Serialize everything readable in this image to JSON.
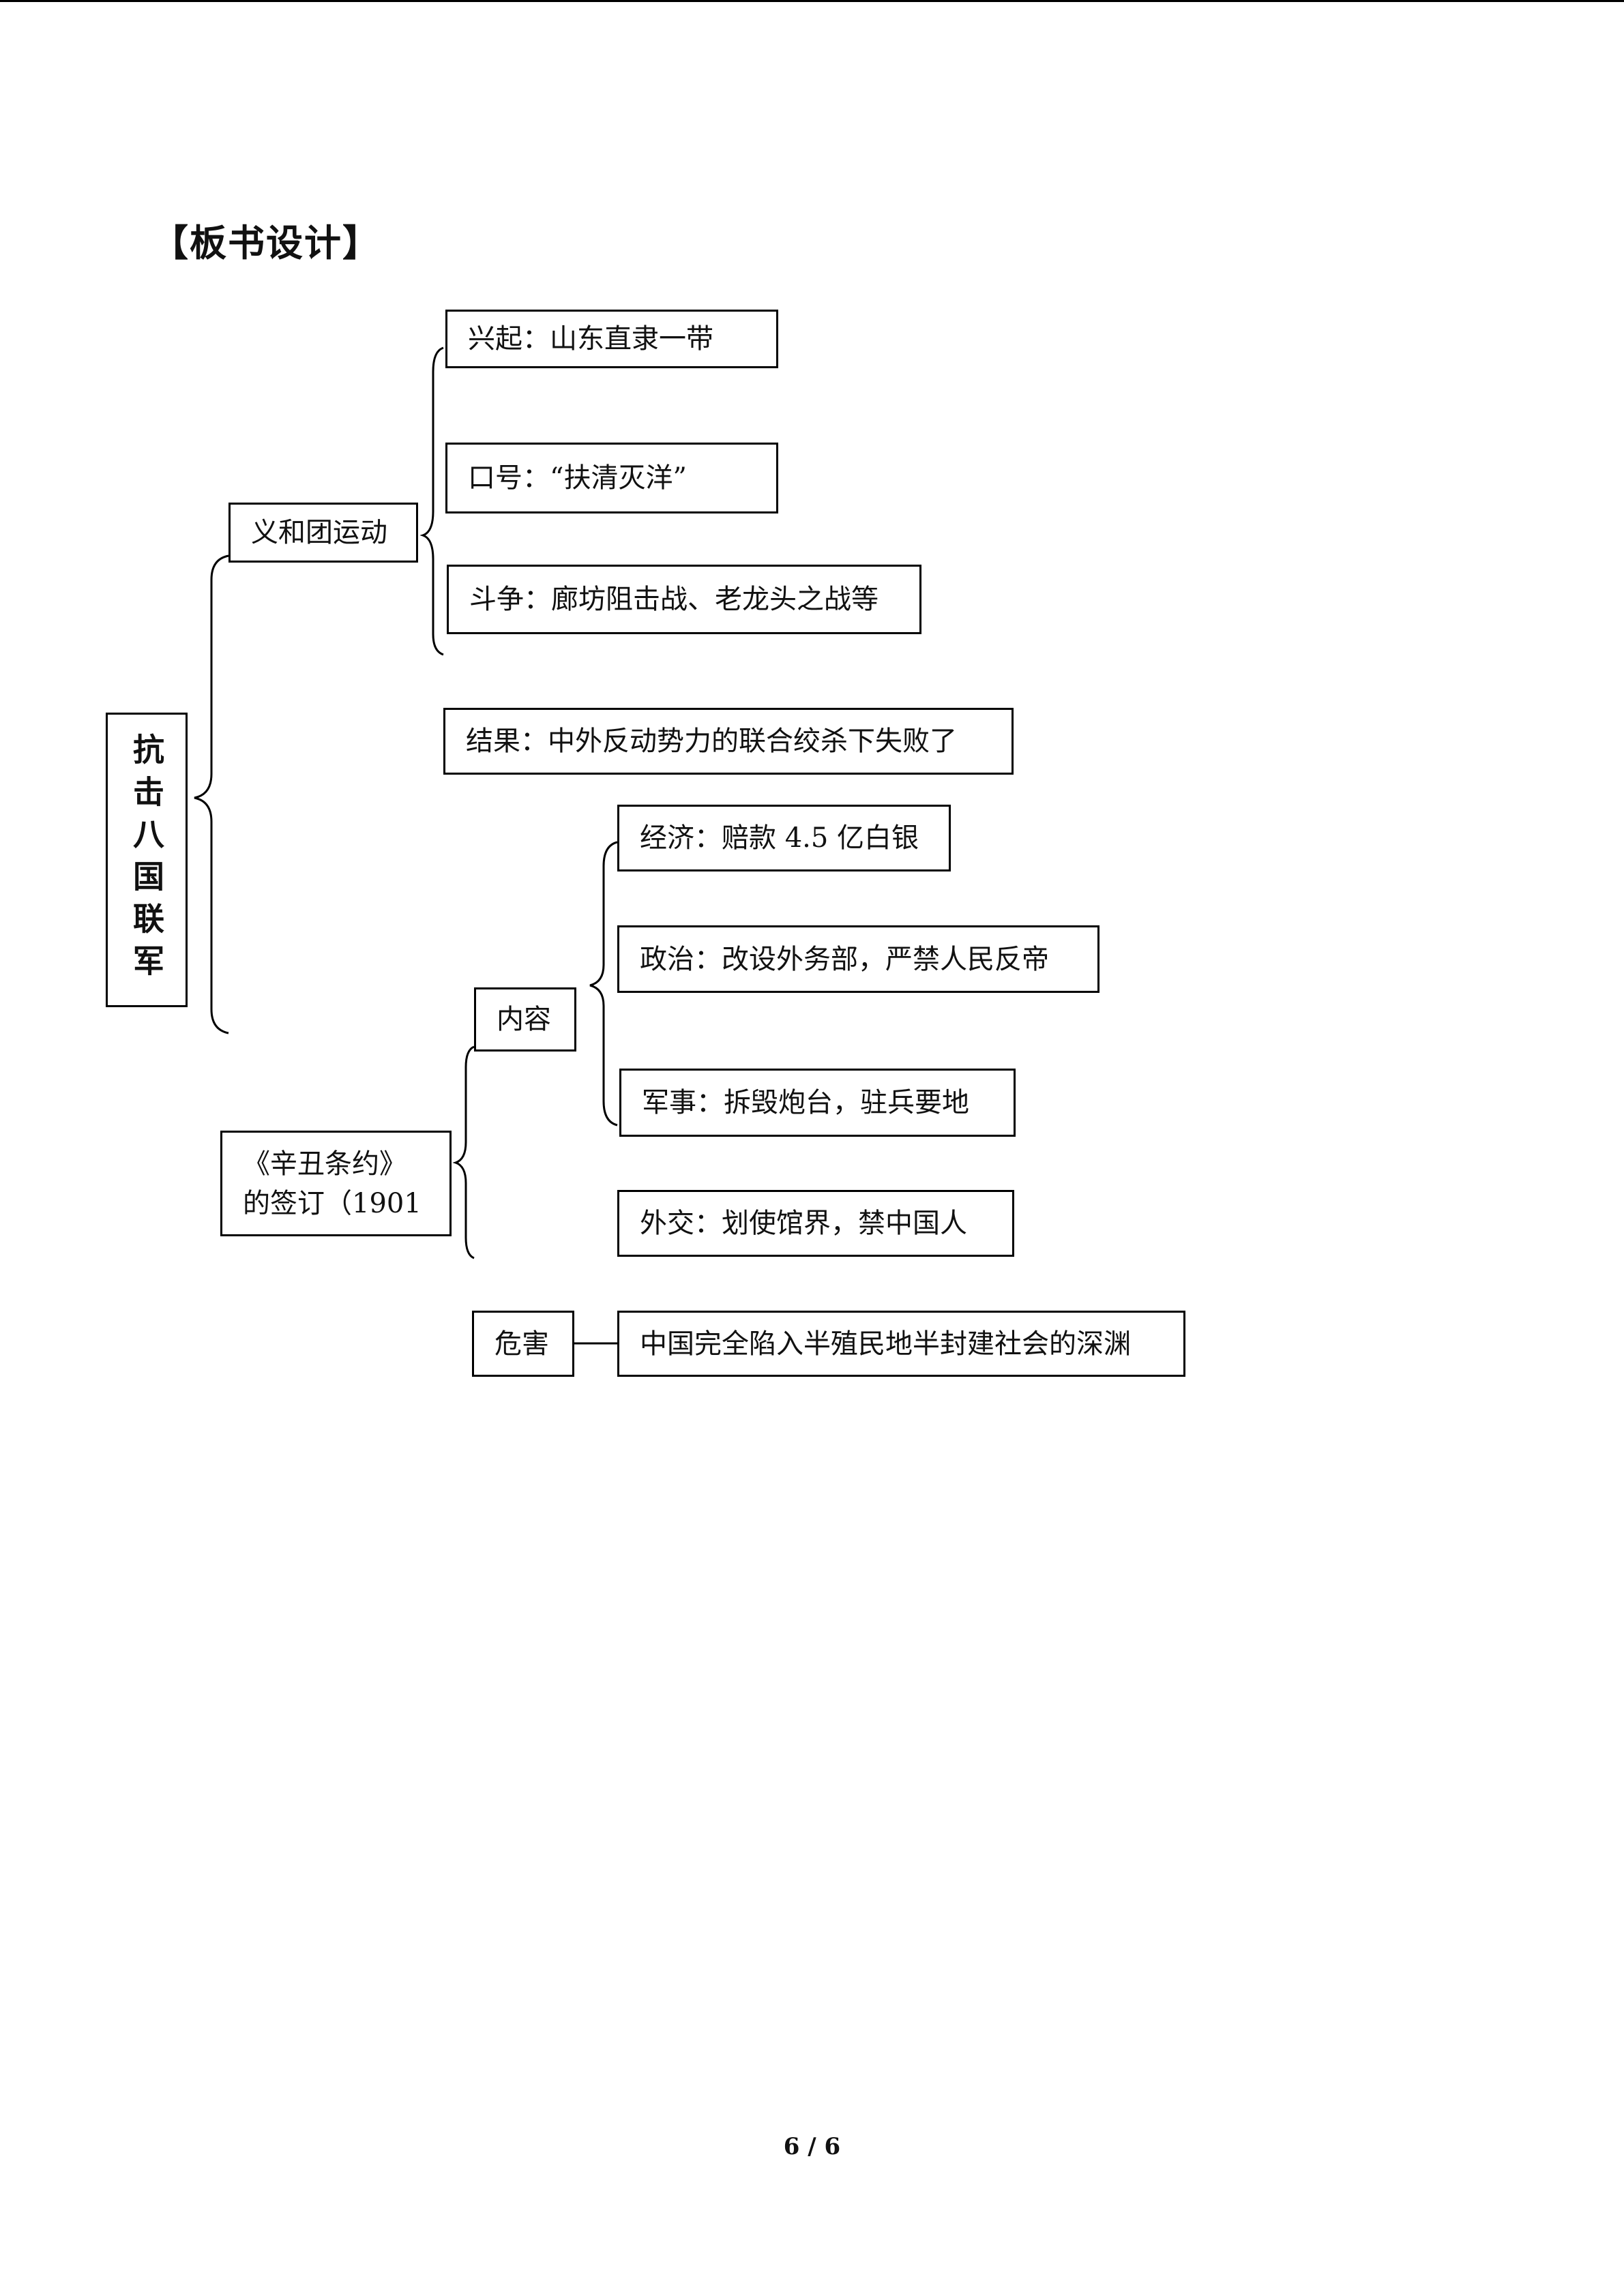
{
  "heading": "【板书设计】",
  "root": "抗击八国联军",
  "boxer": {
    "label": "义和团运动",
    "rise": "兴起：山东直隶一带",
    "slogan": "口号：“扶清灭洋”",
    "struggle": "斗争：廊坊阻击战、老龙头之战等",
    "result": "结果：中外反动势力的联合绞杀下失败了"
  },
  "treaty": {
    "label_line1": "《辛丑条约》",
    "label_line2": "的签订（1901",
    "content_label": "内容",
    "economy": "经济：赔款 4.5 亿白银",
    "politics": "政治：改设外务部，严禁人民反帝",
    "military": "军事：拆毁炮台，驻兵要地",
    "diplomacy": "外交：划使馆界，禁中国人",
    "harm_label": "危害",
    "harm": "中国完全陷入半殖民地半封建社会的深渊"
  },
  "page_number": "6 / 6"
}
